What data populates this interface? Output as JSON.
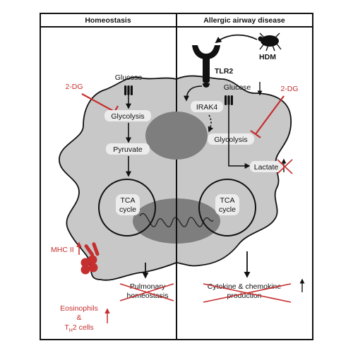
{
  "panels": {
    "left_title": "Homeostasis",
    "right_title": "Allergic airway disease"
  },
  "left": {
    "glucose": "Glucose",
    "inhibitor": "2-DG",
    "glycolysis": "Glycolysis",
    "pyruvate": "Pyruvate",
    "tca_line1": "TCA",
    "tca_line2": "cycle",
    "mhc": "MHC II",
    "outcome_line1": "Pulmonary",
    "outcome_line2": "homeostasis",
    "cells_line1": "Eosinophils",
    "cells_line2": "&",
    "cells_line3_main": "T",
    "cells_line3_sub": "H",
    "cells_line3_tail": "2 cells"
  },
  "right": {
    "allergen": "HDM",
    "receptor": "TLR2",
    "kinase": "IRAK4",
    "glucose": "Glucose",
    "inhibitor": "2-DG",
    "glycolysis": "Glycolysis",
    "lactate": "Lactate",
    "tca_line1": "TCA",
    "tca_line2": "cycle",
    "outcome_line1": "Cytokine & chemokine",
    "outcome_line2": "production"
  },
  "colors": {
    "inhibition_red": "#c62f2f",
    "cell_fill": "#c8c8c8",
    "organelle_fill": "#7e7e7e",
    "outline": "#111111"
  }
}
